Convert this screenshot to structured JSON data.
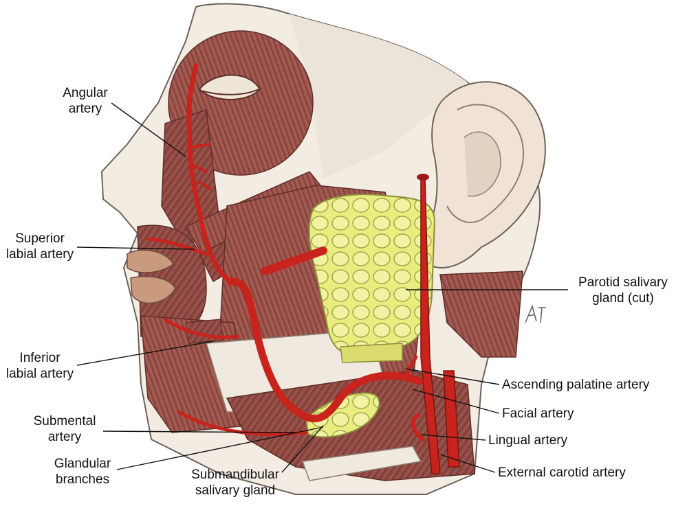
{
  "labels": {
    "angular": [
      "Angular",
      "artery"
    ],
    "superior_labial": [
      "Superior",
      "labial artery"
    ],
    "inferior_labial": [
      "Inferior",
      "labial artery"
    ],
    "submental": [
      "Submental",
      "artery"
    ],
    "glandular": [
      "Glandular",
      "branches"
    ],
    "submandibular": [
      "Submandibular",
      "salivary gland"
    ],
    "parotid": [
      "Parotid salivary",
      "gland (cut)"
    ],
    "ascending_palatine": "Ascending palatine artery",
    "facial": "Facial artery",
    "lingual": "Lingual artery",
    "external_carotid": "External carotid artery"
  },
  "colors": {
    "artery": "#c8231c",
    "muscle": "#8f4a43",
    "gland": "#e6e87a",
    "skin": "#f3ece3",
    "bone": "#efe9df"
  }
}
